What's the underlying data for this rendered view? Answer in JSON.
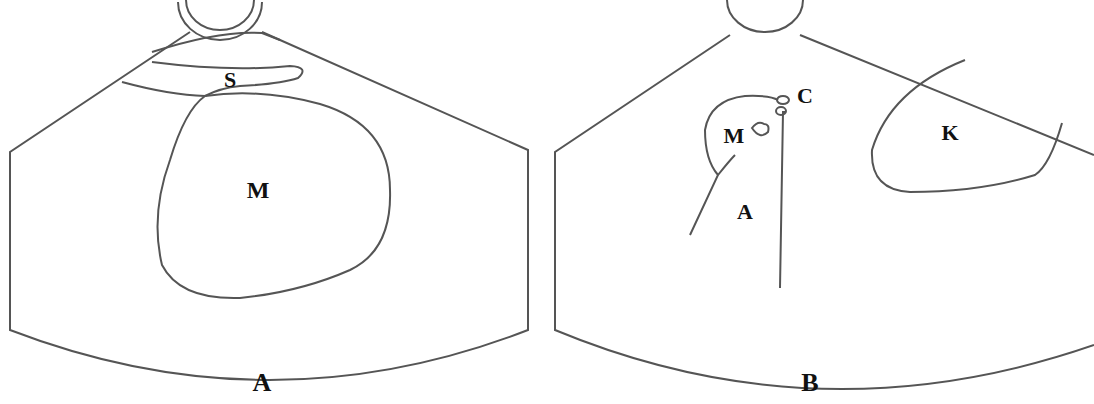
{
  "diagram": {
    "labels": [
      "S",
      "M",
      "A",
      "M",
      "C",
      "A",
      "K",
      "B"
    ]
  }
}
